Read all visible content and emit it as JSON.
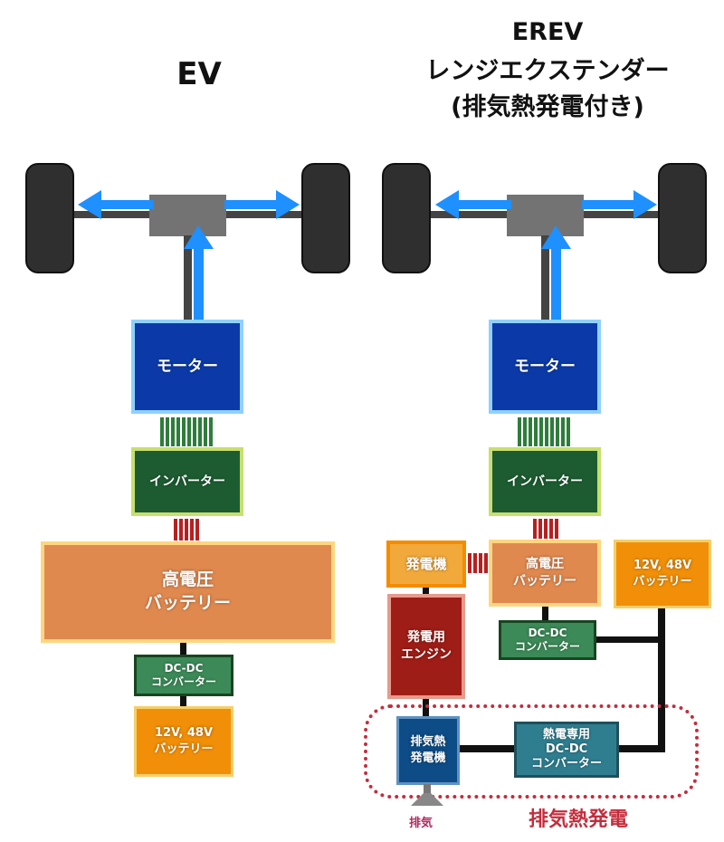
{
  "ev": {
    "title": "EV",
    "motor": "モーター",
    "inverter": "インバーター",
    "hv_battery": "高電圧\nバッテリー",
    "dcdc": "DC-DC\nコンバーター",
    "lv_battery": "12V, 48V\nバッテリー"
  },
  "erev": {
    "title_line1": "EREV",
    "title_line2": "レンジエクステンダー",
    "title_line3": "(排気熱発電付き)",
    "motor": "モーター",
    "inverter": "インバーター",
    "generator": "発電機",
    "hv_battery": "高電圧\nバッテリー",
    "lv_battery": "12V, 48V\nバッテリー",
    "engine": "発電用\nエンジン",
    "dcdc": "DC-DC\nコンバーター",
    "thermal_generator": "排気熱\n発電機",
    "thermal_dcdc": "熱電専用\nDC-DC\nコンバーター",
    "exhaust": "排気",
    "thermal_label": "排気熱発電"
  },
  "colors": {
    "flow_arrow": "#1e90ff",
    "thermal_frame": "#c42d3c"
  }
}
